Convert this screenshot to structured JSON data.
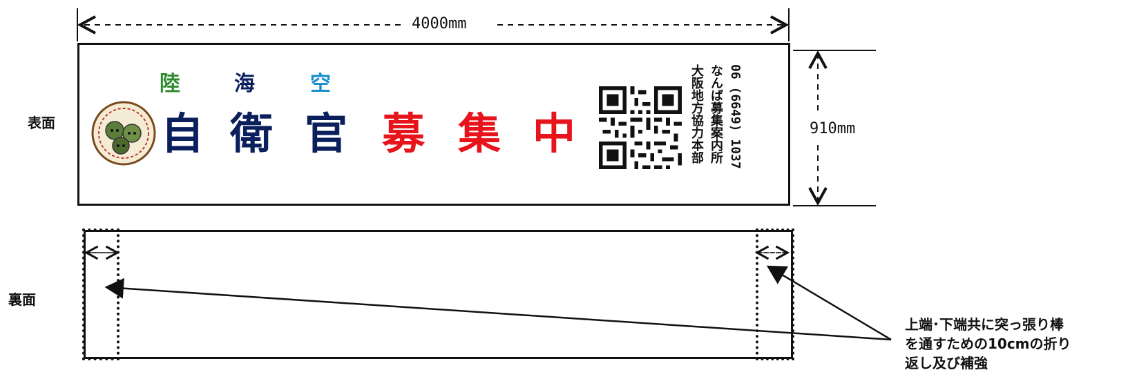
{
  "labels": {
    "front": "表面",
    "back": "裏面"
  },
  "dimensions": {
    "width": "4000mm",
    "height": "910mm"
  },
  "banner": {
    "branch_land": "陸",
    "branch_sea": "海",
    "branch_air": "空",
    "word_1": "自",
    "word_2": "衛",
    "word_3": "官",
    "word_4": "募",
    "word_5": "集",
    "word_6": "中",
    "colors": {
      "land": "#2e8b2e",
      "sea": "#0a1f5c",
      "air": "#1a8fd0",
      "navy": "#0a1f5c",
      "red": "#e8141b"
    },
    "contact_line_1": "大阪地方協力本部",
    "contact_line_2": "なんば募集案内所",
    "contact_line_3": "06 (6649) 1037",
    "logo_icon": "mascot-emblem-icon",
    "qr_icon": "qr-code-icon"
  },
  "note": {
    "line_1": "上端･下端共に突っ張り棒",
    "line_2": "を通すための10cmの折り",
    "line_3": "返し及び補強"
  }
}
